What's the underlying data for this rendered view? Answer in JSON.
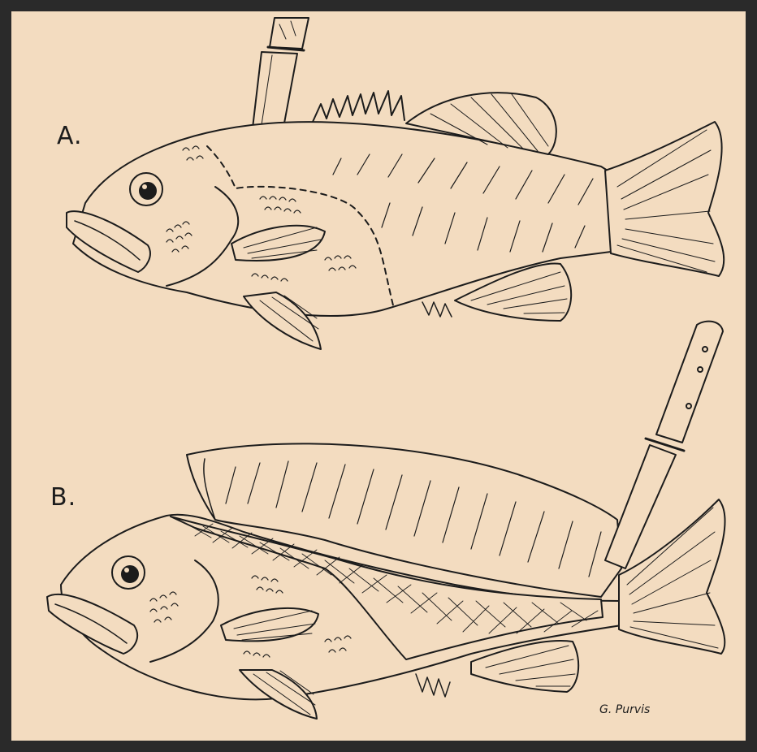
{
  "figure": {
    "label_a": "A.",
    "label_b": "B.",
    "signature": "G. Purvis"
  },
  "colors": {
    "paper": "#f3dcc0",
    "ink": "#1c1c1c",
    "border": "#2a2a2a"
  }
}
